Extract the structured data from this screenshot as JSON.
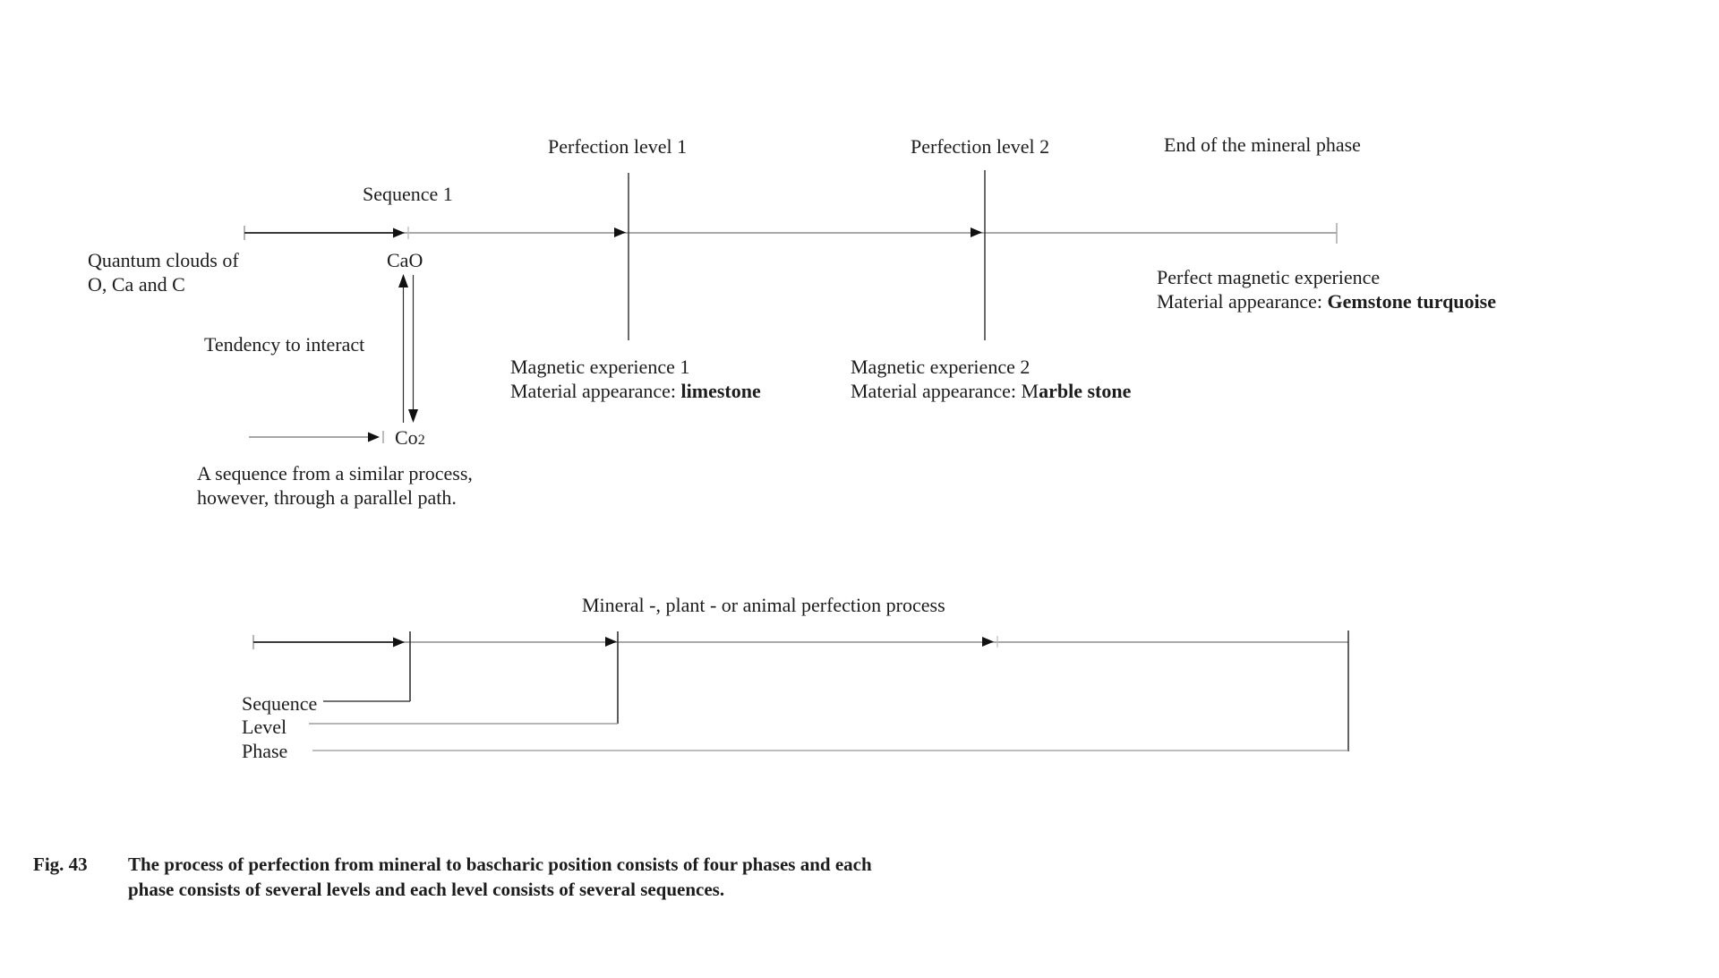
{
  "top_labels": {
    "perfection_level_1": "Perfection level 1",
    "perfection_level_2": "Perfection level 2",
    "end_of_mineral_phase": "End of the mineral phase"
  },
  "timeline1": {
    "sequence_label": "Sequence 1",
    "quantum_line1": "Quantum clouds of",
    "quantum_line2": "O, Ca and C",
    "cao": "CaO",
    "tendency": "Tendency to interact",
    "co_base": "Co",
    "co_sub": "2",
    "parallel_line1": "A sequence from a similar process,",
    "parallel_line2": "however, through a parallel path.",
    "magnetic1_title": "Magnetic experience 1",
    "magnetic1_prefix": "Material appearance: ",
    "magnetic1_bold": "limestone",
    "magnetic2_title": "Magnetic experience 2",
    "magnetic2_prefix": "Material appearance: M",
    "magnetic2_bold": "arble stone",
    "perfect_title": "Perfect magnetic experience",
    "perfect_prefix": "Material appearance: ",
    "perfect_bold": "Gemstone turquoise"
  },
  "timeline2": {
    "title": "Mineral -, plant - or animal perfection process",
    "sequence": "Sequence",
    "level": "Level",
    "phase": "Phase"
  },
  "caption": {
    "fig_label": "Fig. 43",
    "line1": "The process of perfection from mineral to bascharic position consists of four phases and each",
    "line2": "phase consists of several levels and each level consists of several sequences."
  },
  "colors": {
    "ink": "#1c1c1c",
    "timeline_gray": "#a9a9a9",
    "dark_line": "#3a3a3a",
    "connector_gray": "#8a8a8a"
  }
}
